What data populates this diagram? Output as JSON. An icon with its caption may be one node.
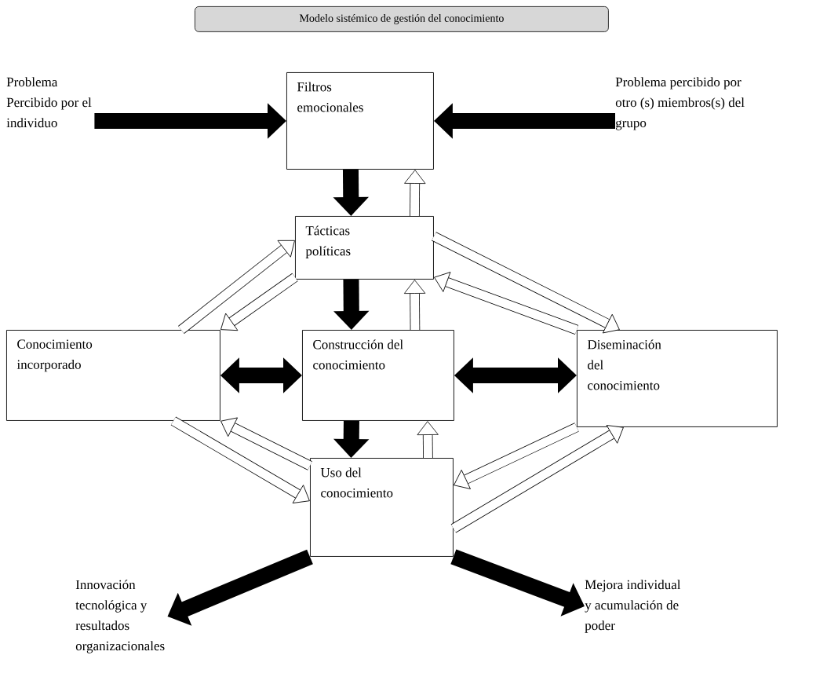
{
  "diagram": {
    "nodes": [
      {
        "text": [
          "Modelo sistémico de gestión del conocimiento"
        ]
      },
      {
        "text": [
          "Problema Percibido por el individuo"
        ]
      },
      {
        "text": [
          "Filtros emocionales"
        ]
      },
      {
        "text": [
          "Problema percibido por otro (s) miembros(s) del grupo"
        ]
      },
      {
        "text": [
          "Tácticas políticas"
        ]
      },
      {
        "text": [
          "Conocimiento incorporado"
        ]
      },
      {
        "text": [
          "Construcción del conocimiento"
        ]
      },
      {
        "text": [
          "Diseminación del conocimiento"
        ]
      },
      {
        "text": [
          "Uso del conocimiento"
        ]
      },
      {
        "text": [
          "Innovación tecnológica y resultados organizacionales"
        ]
      },
      {
        "text": [
          "Mejora individual y acumulación de poder"
        ]
      }
    ],
    "edges": [
      {
        "from": 1,
        "to": 2,
        "arrow": "to",
        "color": "#000000"
      },
      {
        "from": 3,
        "to": 2,
        "arrow": "to",
        "color": "#000000"
      },
      {
        "from": 2,
        "to": 4,
        "arrow": "to",
        "color": "#000000"
      },
      {
        "from": 4,
        "to": 2,
        "arrow": "to"
      },
      {
        "from": 5,
        "to": 4,
        "arrow": "to"
      },
      {
        "from": 4,
        "to": 5,
        "arrow": "to"
      },
      {
        "from": 7,
        "to": 4,
        "arrow": "to"
      },
      {
        "from": 4,
        "to": 7,
        "arrow": "to"
      },
      {
        "from": 4,
        "to": 6,
        "arrow": "to",
        "color": "#000000"
      },
      {
        "from": 6,
        "to": 4,
        "arrow": "to"
      },
      {
        "from": 5,
        "to": 6,
        "arrow": "both",
        "color": "#000000"
      },
      {
        "from": 6,
        "to": 7,
        "arrow": "both",
        "color": "#000000"
      },
      {
        "from": 6,
        "to": 8,
        "arrow": "to",
        "color": "#000000"
      },
      {
        "from": 8,
        "to": 6,
        "arrow": "to"
      },
      {
        "from": 8,
        "to": 5,
        "arrow": "to"
      },
      {
        "from": 5,
        "to": 8,
        "arrow": "to"
      },
      {
        "from": 7,
        "to": 8,
        "arrow": "to"
      },
      {
        "from": 8,
        "to": 7,
        "arrow": "to"
      },
      {
        "from": 8,
        "to": 9,
        "arrow": "to",
        "color": "#000000"
      },
      {
        "from": 8,
        "to": 10,
        "arrow": "to",
        "color": "#000000"
      }
    ]
  }
}
